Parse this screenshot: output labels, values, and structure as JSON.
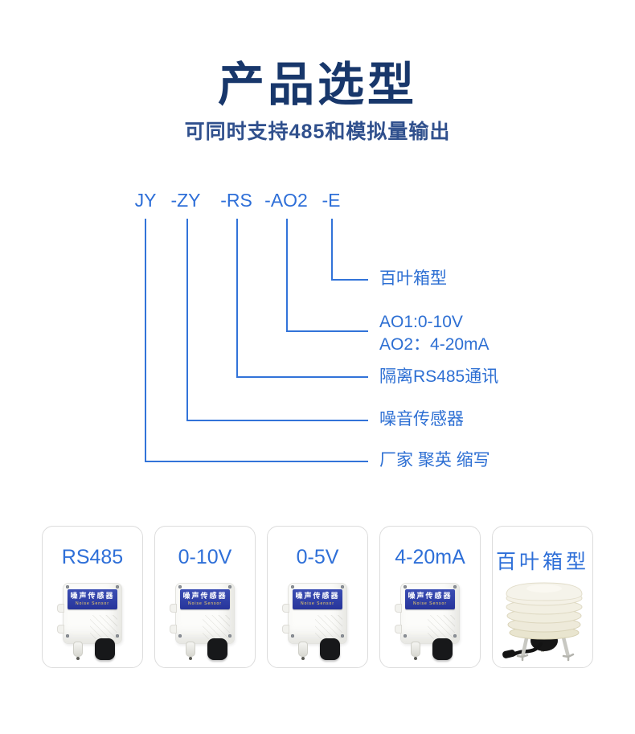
{
  "page": {
    "title": "产品选型",
    "subtitle": "可同时支持485和模拟量输出"
  },
  "model_code": {
    "tokens": [
      "JY",
      "-ZY",
      "-RS",
      "-AO2",
      "-E"
    ]
  },
  "legend": {
    "e_type": "百叶箱型",
    "ao_line1": "AO1:0-10V",
    "ao_line2": "AO2：4-20mA",
    "rs": "隔离RS485通讯",
    "zy": "噪音传感器",
    "jy": "厂家 聚英 缩写"
  },
  "products": [
    {
      "label": "RS485",
      "image": "noise-sensor"
    },
    {
      "label": "0-10V",
      "image": "noise-sensor"
    },
    {
      "label": "0-5V",
      "image": "noise-sensor"
    },
    {
      "label": "4-20mA",
      "image": "noise-sensor"
    },
    {
      "label": "百叶箱型",
      "image": "louver-shield"
    }
  ],
  "sensor_image": {
    "label_cn": "噪声传感器",
    "label_en": "Noise Sensor"
  },
  "colors": {
    "title": "#18376b",
    "subtitle": "#30508d",
    "accent_blue": "#2e6fd8",
    "line_blue": "#3273d9",
    "card_border": "#dcdcdc",
    "sensor_plate_bg": "#2a389b",
    "sensor_plate_en_text": "#ffd95e",
    "louver_cream": "#efecd8",
    "mic_black": "#17181a"
  }
}
